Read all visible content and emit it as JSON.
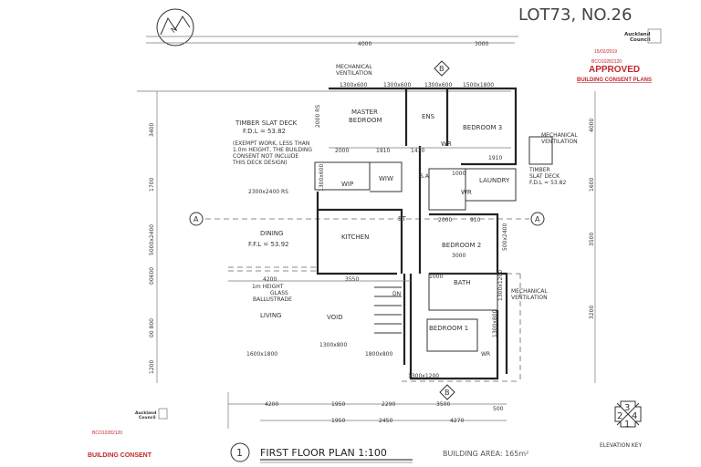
{
  "title": "LOT73, NO.26",
  "approval": {
    "council": [
      "Auckland",
      "Council"
    ],
    "date": "15/02/2019",
    "consent_no": "BCO10282120",
    "status": "APPROVED",
    "subtitle": "BUILDING CONSENT PLANS",
    "color": "#c0282d"
  },
  "stamp_bottom": {
    "council": [
      "Auckland",
      "Council"
    ],
    "consent_no": "BCO10282120",
    "label": "BUILDING CONSENT"
  },
  "plan": {
    "number": "1",
    "title": "FIRST FLOOR PLAN  1:100",
    "area": "BUILDING AREA:  165m²"
  },
  "elevation_key": {
    "label": "ELEVATION KEY",
    "n": [
      "3",
      "2",
      "4",
      "1"
    ]
  },
  "grid": {
    "a": "A",
    "b": "B"
  },
  "rooms": {
    "master": [
      "MASTER",
      "BEDROOM"
    ],
    "ens": "ENS",
    "bed3": "BEDROOM 3",
    "wr": "WR",
    "wiw": "WIW",
    "wip": "WIP",
    "sa": "S.A",
    "laundry": "LAUNDRY",
    "st": "ST",
    "kitchen": "KITCHEN",
    "dining": [
      "DINING",
      "F.F.L = 53.92"
    ],
    "bed2": "BEDROOM 2",
    "bath": "BATH",
    "bed1": "BEDROOM 1",
    "living": "LIVING",
    "void": "VOID",
    "dn": "DN"
  },
  "notes": {
    "deck": [
      "TIMBER SLAT DECK",
      "F.D.L = 53.82"
    ],
    "exempt": [
      "(EXEMPT WORK, LESS THAN",
      "1.0m HEIGHT, THE BUILDING",
      "CONSENT NOT INCLUDE",
      "THIS DECK DESIGN)"
    ],
    "deck_right": [
      "TIMBER",
      "SLAT DECK",
      "F.D.L = 53.82"
    ],
    "mv": [
      "MECHANICAL",
      "VENTILATION"
    ],
    "glass": [
      "1m HEIGHT",
      "GLASS",
      "BALLUSTRADE"
    ]
  },
  "windows": [
    "1300x600",
    "1300x600",
    "1300x600",
    "1500x1800",
    "2300x2400 RS",
    "1600x1800",
    "1300x800",
    "1800x800",
    "1300x1200",
    "2000 RS",
    "1300x600",
    "500x2400",
    "1300x1200",
    "1300x800"
  ],
  "dims": {
    "top": [
      "4000",
      "3000"
    ],
    "inner": [
      "2000",
      "1910",
      "1410",
      "1000",
      "1910",
      "2000",
      "910",
      "4200",
      "3550",
      "3000",
      "1000"
    ],
    "bottom1": [
      "4200",
      "1950",
      "2290",
      "3500",
      "500"
    ],
    "bottom2": [
      "1950",
      "2450",
      "4270"
    ],
    "left": [
      "3400",
      "1700",
      "5000x2400",
      "00600",
      "00 800",
      "1200"
    ],
    "right": [
      "4000",
      "1600",
      "3500",
      "3200"
    ]
  }
}
